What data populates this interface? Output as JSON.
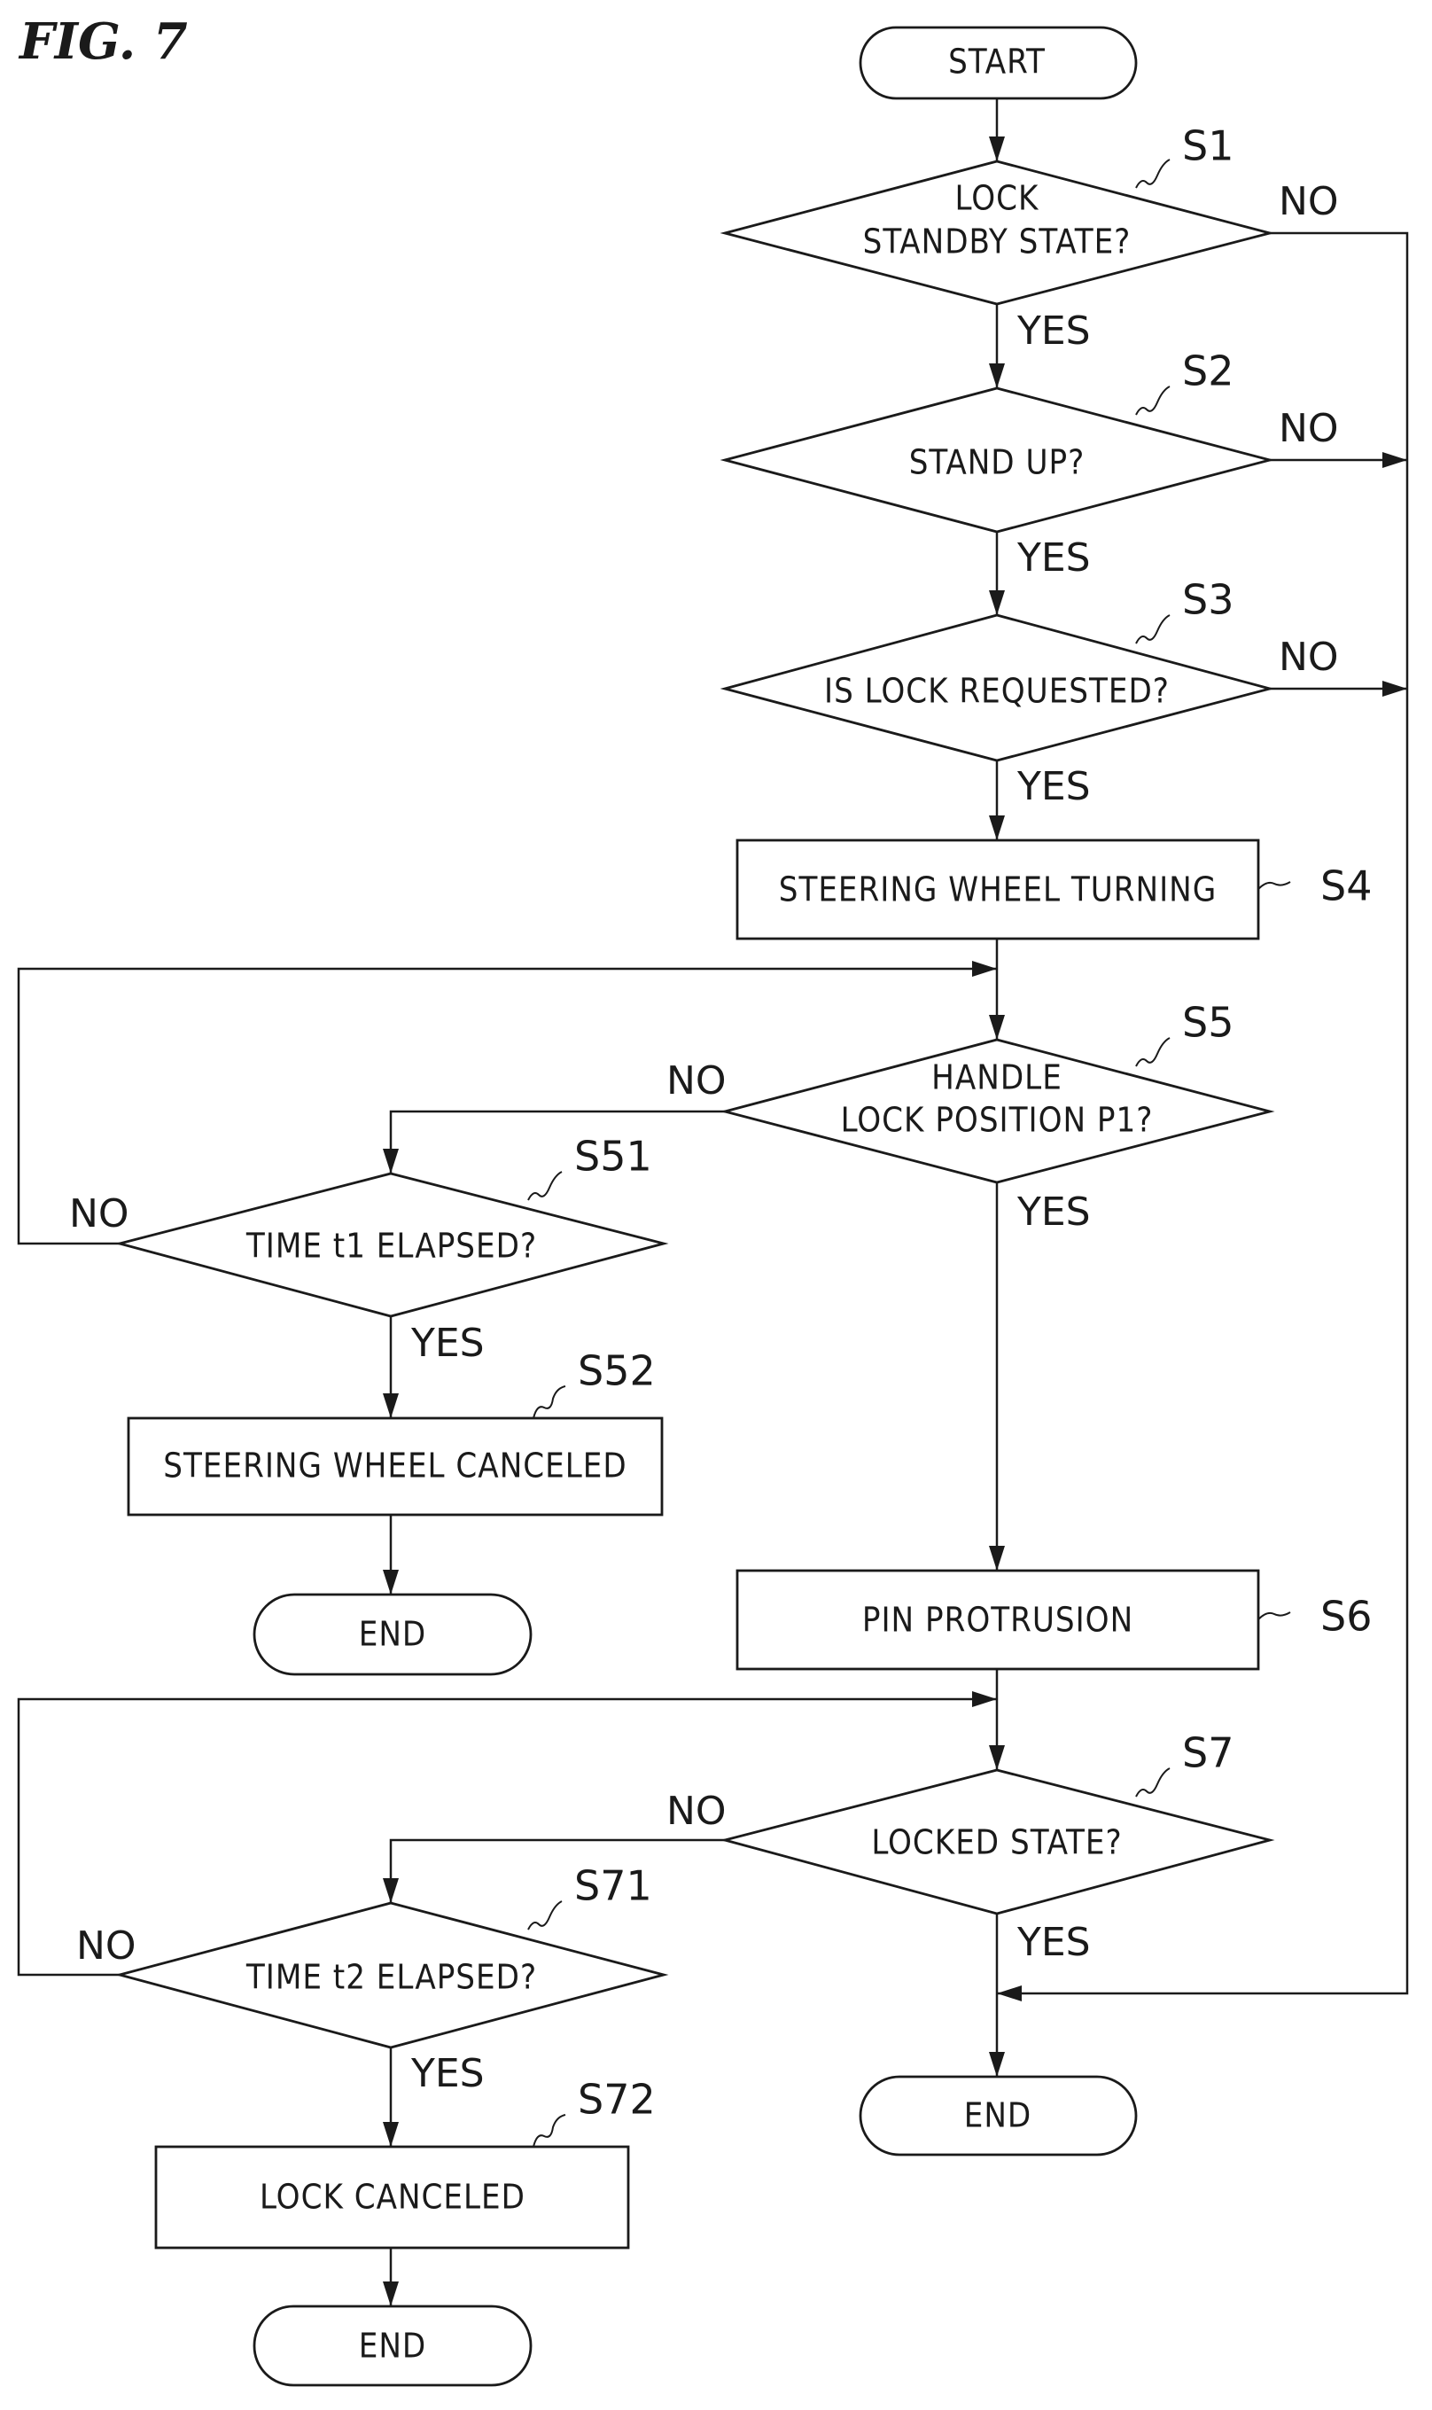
{
  "figure_label": "FIG. 7",
  "terminals": {
    "start": "START",
    "end_main": "END",
    "end_s52": "END",
    "end_s72": "END"
  },
  "steps": {
    "S1": {
      "id": "S1",
      "type": "decision",
      "line1": "LOCK",
      "line2": "STANDBY STATE?",
      "yes": "YES",
      "no": "NO"
    },
    "S2": {
      "id": "S2",
      "type": "decision",
      "text": "STAND UP?",
      "yes": "YES",
      "no": "NO"
    },
    "S3": {
      "id": "S3",
      "type": "decision",
      "text": "IS LOCK REQUESTED?",
      "yes": "YES",
      "no": "NO"
    },
    "S4": {
      "id": "S4",
      "type": "process",
      "text": "STEERING WHEEL TURNING"
    },
    "S5": {
      "id": "S5",
      "type": "decision",
      "line1": "HANDLE",
      "line2": "LOCK POSITION P1?",
      "yes": "YES",
      "no": "NO"
    },
    "S51": {
      "id": "S51",
      "type": "decision",
      "text": "TIME t1 ELAPSED?",
      "yes": "YES",
      "no": "NO"
    },
    "S52": {
      "id": "S52",
      "type": "process",
      "text": "STEERING WHEEL CANCELED"
    },
    "S6": {
      "id": "S6",
      "type": "process",
      "text": "PIN PROTRUSION"
    },
    "S7": {
      "id": "S7",
      "type": "decision",
      "text": "LOCKED STATE?",
      "yes": "YES",
      "no": "NO"
    },
    "S71": {
      "id": "S71",
      "type": "decision",
      "text": "TIME t2 ELAPSED?",
      "yes": "YES",
      "no": "NO"
    },
    "S72": {
      "id": "S72",
      "type": "process",
      "text": "LOCK CANCELED"
    }
  },
  "edges": [
    {
      "from": "START",
      "to": "S1"
    },
    {
      "from": "S1",
      "to": "S2",
      "label": "YES"
    },
    {
      "from": "S1",
      "to": "END_MAIN",
      "label": "NO"
    },
    {
      "from": "S2",
      "to": "S3",
      "label": "YES"
    },
    {
      "from": "S2",
      "to": "END_MAIN",
      "label": "NO"
    },
    {
      "from": "S3",
      "to": "S4",
      "label": "YES"
    },
    {
      "from": "S3",
      "to": "END_MAIN",
      "label": "NO"
    },
    {
      "from": "S4",
      "to": "S5"
    },
    {
      "from": "S5",
      "to": "S6",
      "label": "YES"
    },
    {
      "from": "S5",
      "to": "S51",
      "label": "NO"
    },
    {
      "from": "S51",
      "to": "S5",
      "label": "NO"
    },
    {
      "from": "S51",
      "to": "S52",
      "label": "YES"
    },
    {
      "from": "S52",
      "to": "END_S52"
    },
    {
      "from": "S6",
      "to": "S7"
    },
    {
      "from": "S7",
      "to": "END_MAIN",
      "label": "YES"
    },
    {
      "from": "S7",
      "to": "S71",
      "label": "NO"
    },
    {
      "from": "S71",
      "to": "S7",
      "label": "NO"
    },
    {
      "from": "S71",
      "to": "S72",
      "label": "YES"
    },
    {
      "from": "S72",
      "to": "END_S72"
    }
  ]
}
